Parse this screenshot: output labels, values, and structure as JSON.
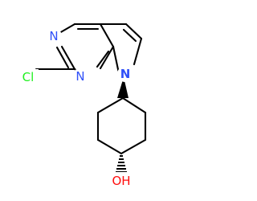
{
  "molecule": {
    "atoms": {
      "pyrimidine_n_top": {
        "label": "N",
        "color": "#3050f8"
      },
      "pyrimidine_n_bottom": {
        "label": "N",
        "color": "#3050f8"
      },
      "pyrrole_n": {
        "label": "N",
        "color": "#3050f8"
      },
      "chlorine": {
        "label": "Cl",
        "color": "#1ff01f"
      },
      "hydroxyl": {
        "label": "OH",
        "color": "#ff0d0d"
      }
    },
    "stereo": {
      "ring_attachment": "wedge",
      "hydroxyl_attachment": "hashed-wedge"
    }
  }
}
